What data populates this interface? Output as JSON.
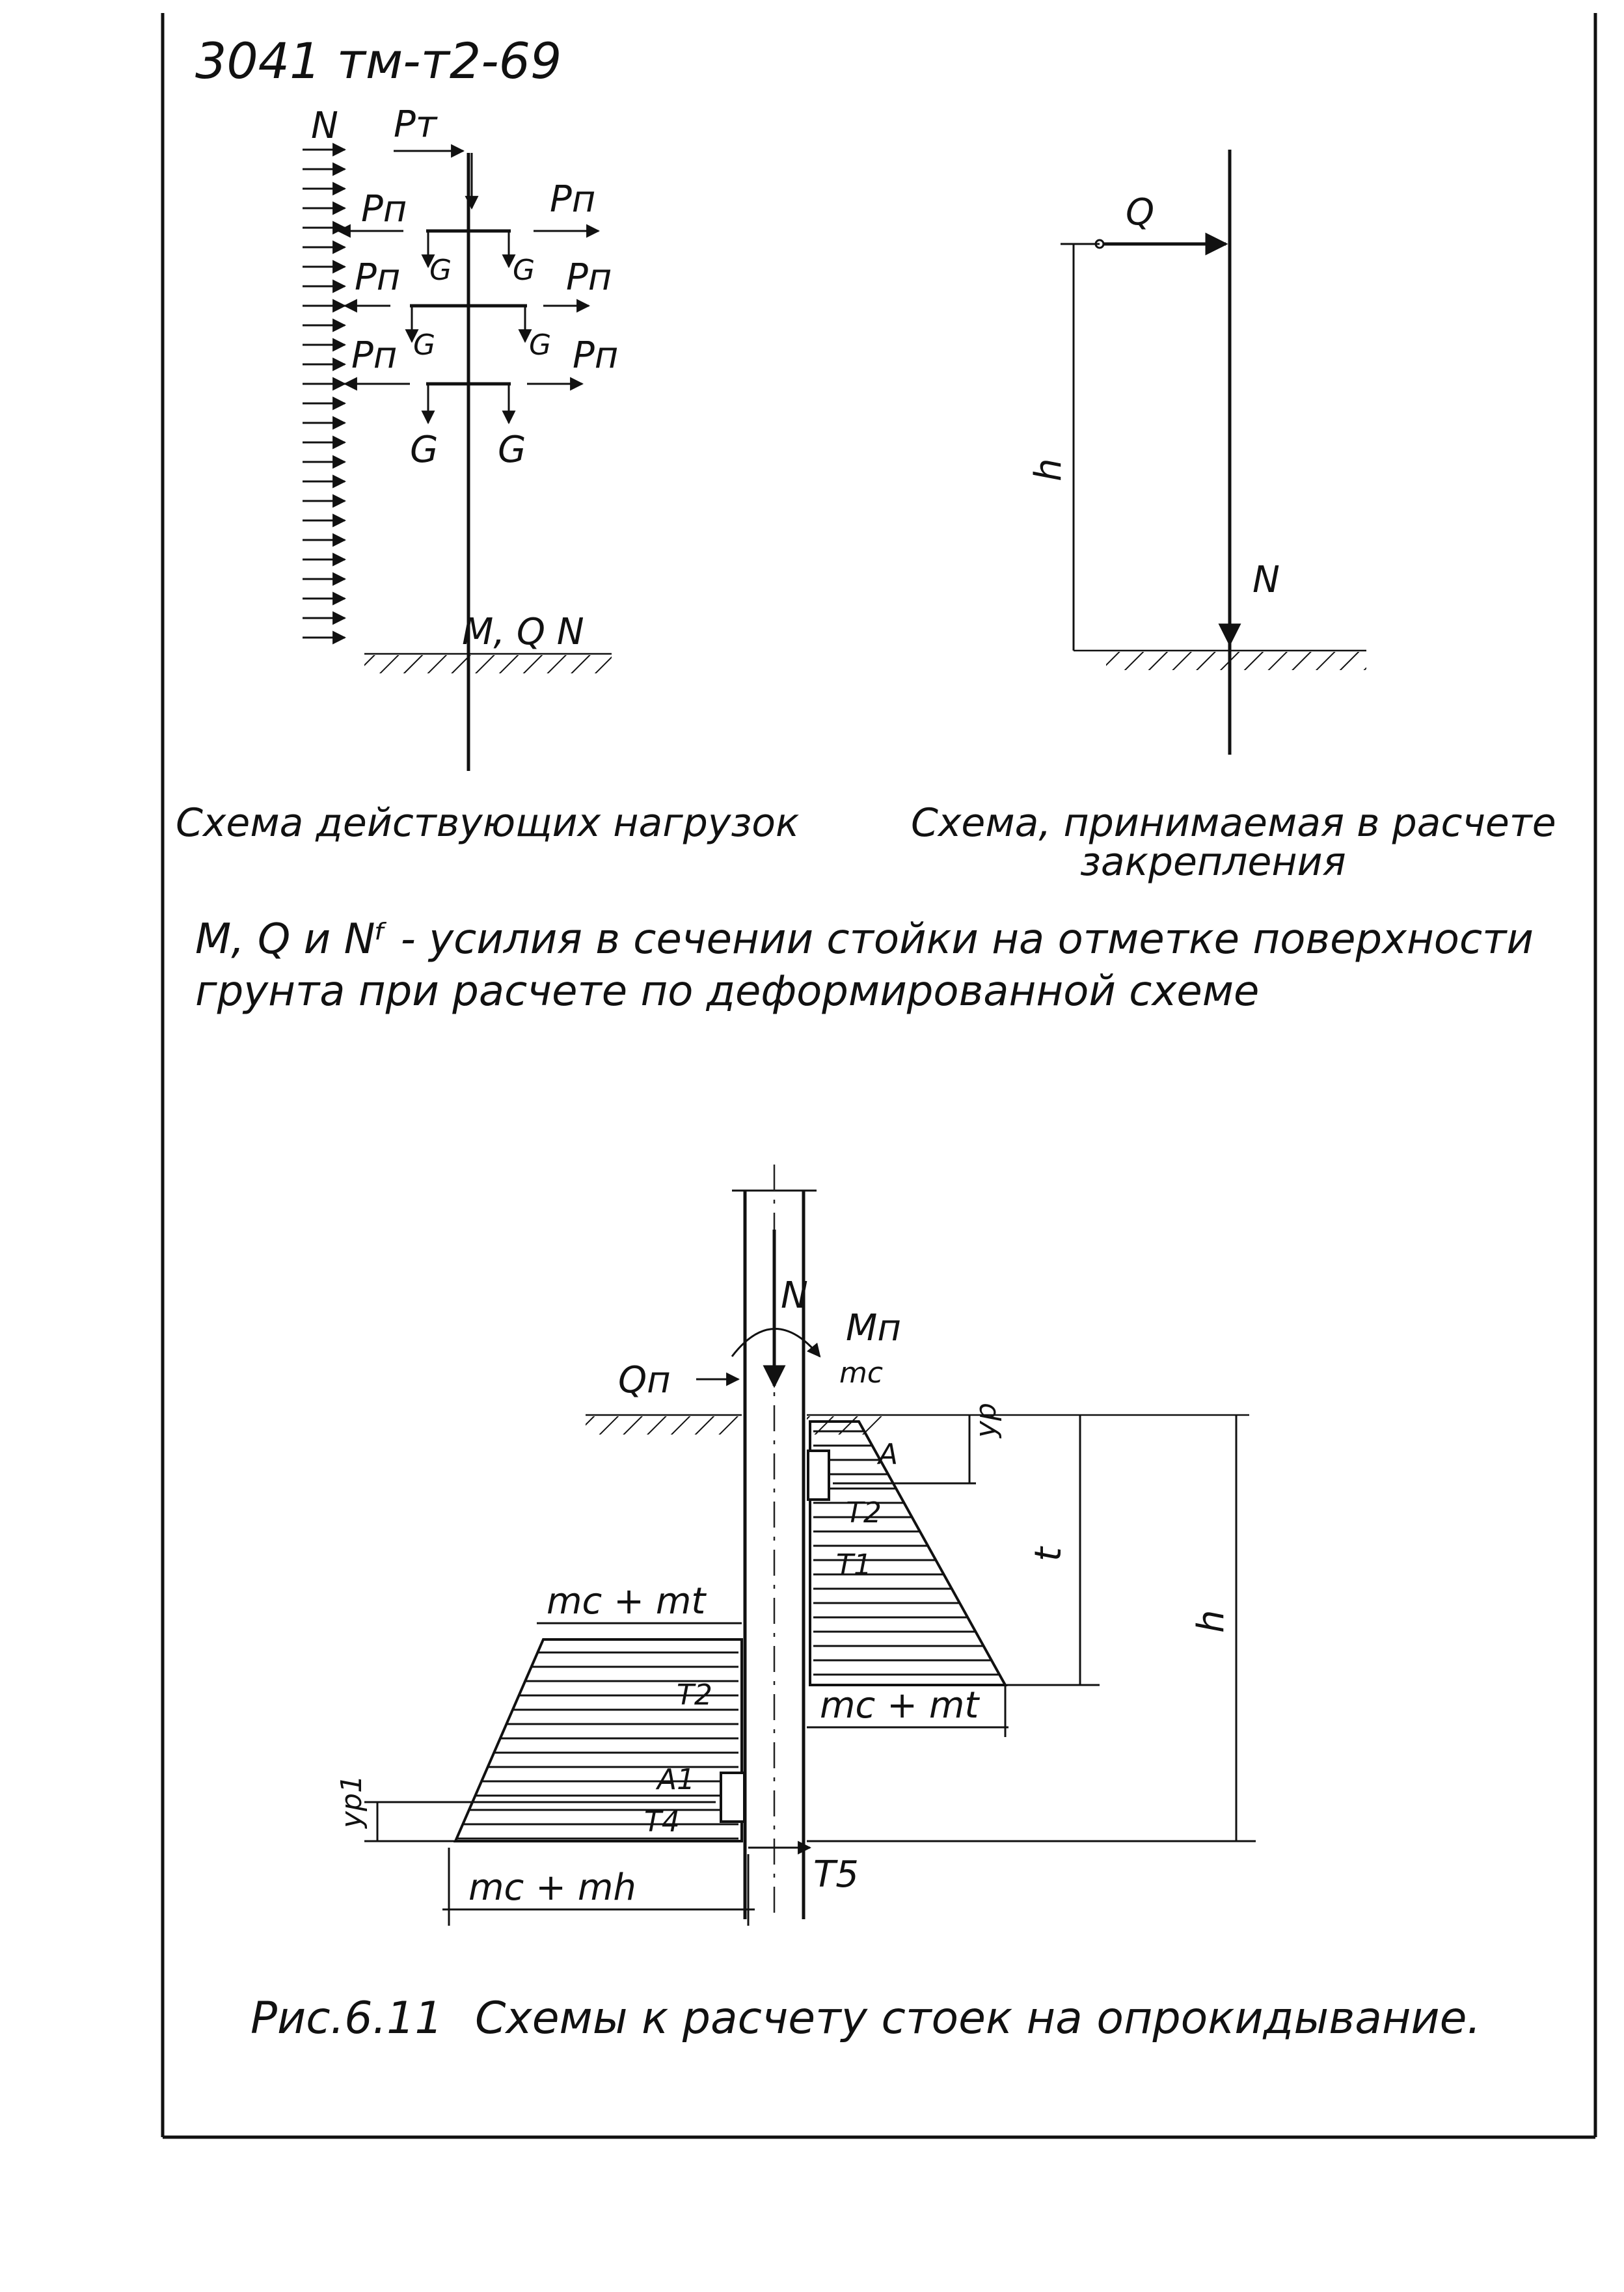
{
  "header": {
    "code": "3041 тм-т2-69"
  },
  "scheme_loads": {
    "wind_label": "N",
    "top_force": "Pт",
    "side_force": "Pп",
    "weight": "G",
    "section_forces": "M, Q N",
    "caption": "Схема действующих нагрузок"
  },
  "scheme_fixing": {
    "shear": "Q",
    "height": "h",
    "axial": "N",
    "caption_line1": "Схема, принимаемая в расчете",
    "caption_line2": "закрепления"
  },
  "note": {
    "line1": "M, Q и Nᶠ - усилия в сечении стойки на отметке поверхности",
    "line2": "грунта при расчете по деформированной схеме"
  },
  "scheme_overturn": {
    "N": "N",
    "Mn": "Mп",
    "mc": "mc",
    "Qn": "Qп",
    "A": "A",
    "yp": "yp",
    "T2_right": "T2",
    "T1": "T1",
    "t": "t",
    "h": "h",
    "mc_mt_left": "mc + mt",
    "mc_mt_right": "mc + mt",
    "T2_left": "T2",
    "A1": "A1",
    "T4": "T4",
    "yp1": "yp1",
    "mc_mh": "mc + mh",
    "T5": "T5"
  },
  "figure_caption": {
    "number": "Рис.6.11",
    "title": "Схемы к расчету стоек на опрокидывание."
  }
}
